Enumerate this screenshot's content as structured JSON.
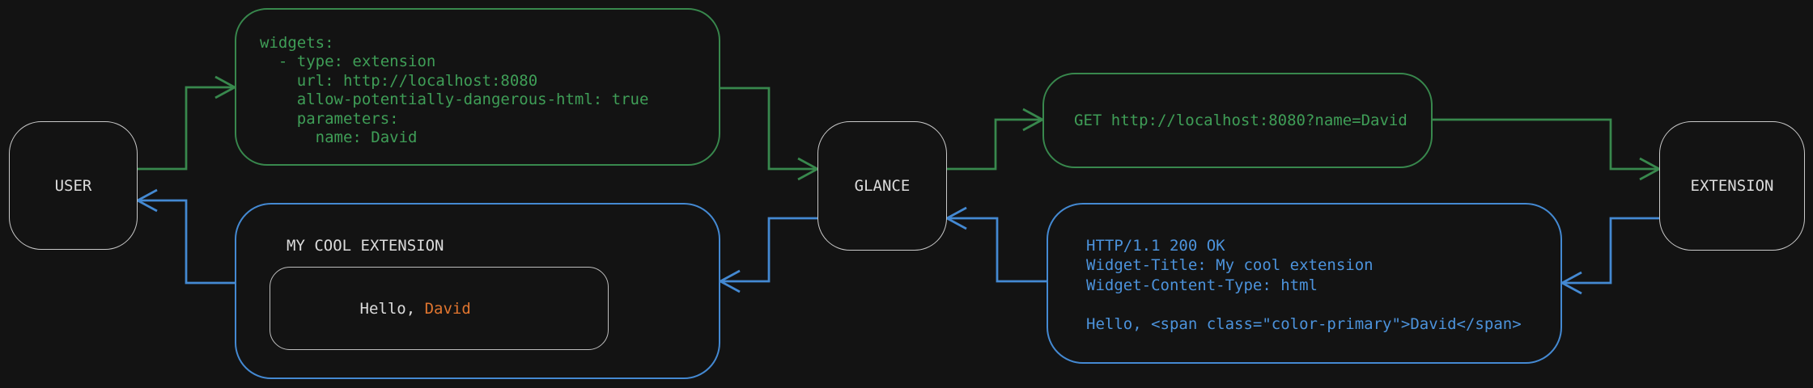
{
  "diagram": {
    "nodes": {
      "user": {
        "label": "USER"
      },
      "glance": {
        "label": "GLANCE"
      },
      "extension": {
        "label": "EXTENSION"
      }
    },
    "config_box": {
      "lines": [
        "widgets:",
        "  - type: extension",
        "    url: http://localhost:8080",
        "    allow-potentially-dangerous-html: true",
        "    parameters:",
        "      name: David"
      ]
    },
    "request_box": {
      "text": "GET http://localhost:8080?name=David"
    },
    "response_box": {
      "lines": [
        "HTTP/1.1 200 OK",
        "Widget-Title: My cool extension",
        "Widget-Content-Type: html",
        "",
        "Hello, <span class=\"color-primary\">David</span>"
      ]
    },
    "widget_box": {
      "title": "MY COOL EXTENSION",
      "greeting_prefix": "Hello, ",
      "greeting_name": "David"
    },
    "colors": {
      "background": "#131313",
      "green": "#3f9e57",
      "green_line": "#38884d",
      "blue": "#4c93dc",
      "blue_line": "#4489d2",
      "orange": "#e0752f",
      "node_border": "#c9c9c9",
      "inner_border": "#bdbdbd",
      "text_light": "#dcdcdc"
    }
  }
}
